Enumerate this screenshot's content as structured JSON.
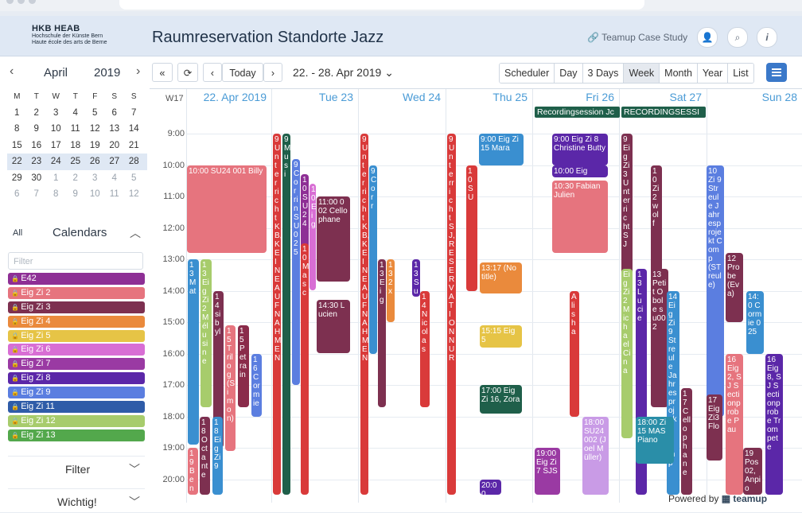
{
  "header": {
    "logo_line1": "HKB   HEAB",
    "logo_line2": "Hochschule der Künste Bern",
    "logo_line3": "Haute école des arts de Berne",
    "title": "Raumreservation Standorte Jazz",
    "case_study": "Teamup Case Study",
    "user_icon": "user-icon",
    "search_icon": "search-icon",
    "info_icon": "info-icon"
  },
  "mini_calendar": {
    "month": "April",
    "year": "2019",
    "weekdays": [
      "M",
      "T",
      "W",
      "T",
      "F",
      "S",
      "S"
    ],
    "weeks": [
      [
        "1",
        "2",
        "3",
        "4",
        "5",
        "6",
        "7"
      ],
      [
        "8",
        "9",
        "10",
        "11",
        "12",
        "13",
        "14"
      ],
      [
        "15",
        "16",
        "17",
        "18",
        "19",
        "20",
        "21"
      ],
      [
        "22",
        "23",
        "24",
        "25",
        "26",
        "27",
        "28"
      ],
      [
        "29",
        "30",
        "1",
        "2",
        "3",
        "4",
        "5"
      ],
      [
        "6",
        "7",
        "8",
        "9",
        "10",
        "11",
        "12"
      ]
    ]
  },
  "calendars": {
    "all_label": "All",
    "title": "Calendars",
    "filter_placeholder": "Filter",
    "items": [
      {
        "label": "E42",
        "color": "#8e2f95"
      },
      {
        "label": "Eig Zi 2",
        "color": "#e6747e"
      },
      {
        "label": "Eig Zi 3",
        "color": "#7d3050"
      },
      {
        "label": "Eig Zi 4",
        "color": "#ea8a3c"
      },
      {
        "label": "Eig Zi 5",
        "color": "#e6c446"
      },
      {
        "label": "Eig Zi 6",
        "color": "#d86ed4"
      },
      {
        "label": "Eig Zi 7",
        "color": "#9a3aa3"
      },
      {
        "label": "Eig Zi 8",
        "color": "#5b27a8"
      },
      {
        "label": "Eig Zi 9",
        "color": "#5b7ee0"
      },
      {
        "label": "Eig Zi 11",
        "color": "#2f5ca8"
      },
      {
        "label": "Eig Zi 12",
        "color": "#a7cc6c"
      },
      {
        "label": "Eig Zi 13",
        "color": "#53a84c"
      }
    ]
  },
  "sidebar_sections": {
    "filter": "Filter",
    "wichtig": "Wichtig!"
  },
  "toolbar": {
    "today": "Today",
    "date_range": "22. - 28. Apr 2019",
    "views": [
      "Scheduler",
      "Day",
      "3 Days",
      "Week",
      "Month",
      "Year",
      "List"
    ],
    "active_view": "Week"
  },
  "calendar": {
    "week_label": "W17",
    "days": [
      "22. Apr 2019",
      "Tue 23",
      "Wed 24",
      "Thu 25",
      "Fri 26",
      "Sat 27",
      "Sun 28"
    ],
    "hours": [
      "9:00",
      "10:00",
      "11:00",
      "12:00",
      "13:00",
      "14:00",
      "15:00",
      "16:00",
      "17:00",
      "18:00",
      "19:00",
      "20:00"
    ],
    "allday": [
      {
        "title": "Recordingsession Jc"
      },
      {
        "title": "RECORDINGSESSI"
      }
    ],
    "events": [
      {
        "text": "10:00 SU24 001 Billy",
        "color": "#e6747e"
      },
      {
        "text": "13 Mat",
        "color": "#3a8fd0"
      },
      {
        "text": "13 Eig Zi 2 Mélusine",
        "color": "#a7cc6c"
      },
      {
        "text": "14 sibyl",
        "color": "#7d3050"
      },
      {
        "text": "15 Trilog (Simon)",
        "color": "#e6747e"
      },
      {
        "text": "15 Petrain",
        "color": "#8a2b4a"
      },
      {
        "text": "16 Cormie",
        "color": "#5b7ee0"
      },
      {
        "text": "18 Octante",
        "color": "#7d3050"
      },
      {
        "text": "18 Eig Zi 9",
        "color": "#3a8fd0"
      },
      {
        "text": "19 Ben",
        "color": "#e6747e"
      },
      {
        "text": "9 Unterricht KB, KEINE AUFNAHMEN",
        "color": "#d93a3a"
      },
      {
        "text": "9 Musi",
        "color": "#1f5f4a"
      },
      {
        "text": "9 Corrin SU025",
        "color": "#5b7ee0"
      },
      {
        "text": "10 SU24",
        "color": "#8e2f95"
      },
      {
        "text": "10 Eig",
        "color": "#d86ed4"
      },
      {
        "text": "11:00 002 Cellophane",
        "color": "#7d3050"
      },
      {
        "text": "14:30 Lucien",
        "color": "#7d3050"
      },
      {
        "text": "10 Masc",
        "color": "#d93a3a"
      },
      {
        "text": "9 Unterricht KB, KEINE AUFNAHMEN",
        "color": "#d93a3a"
      },
      {
        "text": "9 Corr",
        "color": "#3a8fd0"
      },
      {
        "text": "13 Eig",
        "color": "#7d3050"
      },
      {
        "text": "13 2x",
        "color": "#ea8a3c"
      },
      {
        "text": "13 Su",
        "color": "#5b27a8"
      },
      {
        "text": "14 Nicolas",
        "color": "#d93a3a"
      },
      {
        "text": "9 Unterricht SJ, RESERVATION NUR",
        "color": "#d93a3a"
      },
      {
        "text": "9:00 Eig Zi 15 Mara",
        "color": "#3a8fd0"
      },
      {
        "text": "10 SU",
        "color": "#d93a3a"
      },
      {
        "text": "13:17 (No title)",
        "color": "#ea8a3c"
      },
      {
        "text": "15:15 Eig 5",
        "color": "#e6c446"
      },
      {
        "text": "17:00 Eig Zi 16, Zora",
        "color": "#1f5f4a"
      },
      {
        "text": "20:00",
        "color": "#5b27a8"
      },
      {
        "text": "9:00 Eig Zi 8 Christine Butty",
        "color": "#5b27a8"
      },
      {
        "text": "10:00 Eig",
        "color": "#5b27a8"
      },
      {
        "text": "10:30 Fabian Julien",
        "color": "#e6747e"
      },
      {
        "text": "18:00 SU24 002 (Joel Müller)",
        "color": "#c99be6"
      },
      {
        "text": "19:00 Eig Zi 7 SJS",
        "color": "#9a3aa3"
      },
      {
        "text": "Alisha",
        "color": "#d93a3a"
      },
      {
        "text": "9 Eig Zi 3 Unterricht SJ",
        "color": "#7d3050"
      },
      {
        "text": "10 Zi 2 wolf",
        "color": "#7d3050"
      },
      {
        "text": "13 Lucie",
        "color": "#5b27a8"
      },
      {
        "text": "13 Petit Obole su002",
        "color": "#7d3050"
      },
      {
        "text": "Eig Zi 2 Michael Cina",
        "color": "#a7cc6c"
      },
      {
        "text": "14 Eig Zi 9 Streule Jahresprojekt Comp",
        "color": "#3a8fd0"
      },
      {
        "text": "18:00 Zi 15 MAS Piano",
        "color": "#2a8ea8"
      },
      {
        "text": "17 Cellophane",
        "color": "#7d3050"
      },
      {
        "text": "10 Zi 9 Streule Jahresprojekt Comp (STreule)",
        "color": "#5b7ee0"
      },
      {
        "text": "12 Probe (Eva)",
        "color": "#7d3050"
      },
      {
        "text": "14:0 Cormie 025",
        "color": "#3a8fd0"
      },
      {
        "text": "16 Eig 2, SJ Sectionprobe Pau",
        "color": "#e6747e"
      },
      {
        "text": "16 Eig 8, SJ Sectionprobe Trompete",
        "color": "#5b27a8"
      },
      {
        "text": "17 Eig Zi3 Flo",
        "color": "#7d3050"
      },
      {
        "text": "19 Pos 02, Anpio",
        "color": "#7d3050"
      }
    ]
  },
  "footer": {
    "powered": "Powered by",
    "brand": "teamup"
  }
}
